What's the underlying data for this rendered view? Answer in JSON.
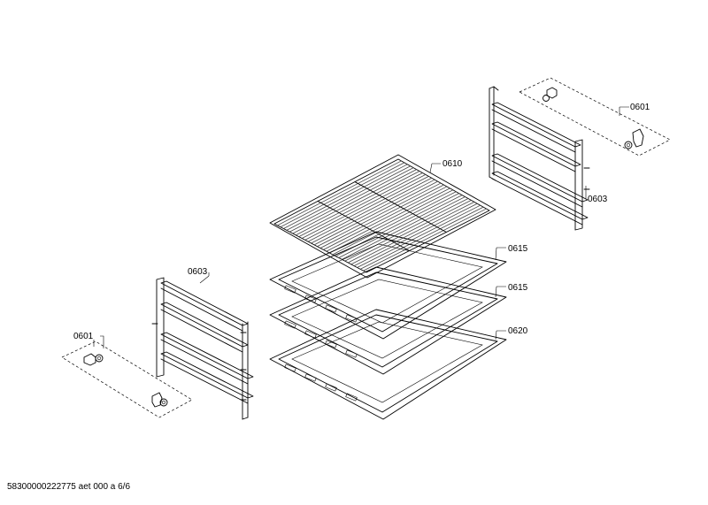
{
  "labels": {
    "p0601_right": "0601",
    "p0603_right": "0603",
    "p0610": "0610",
    "p0615_a": "0615",
    "p0615_b": "0615",
    "p0620": "0620",
    "p0603_left": "0603",
    "p0601_left": "0601"
  },
  "footer": "58300000222775 aet 000 a 6/6"
}
